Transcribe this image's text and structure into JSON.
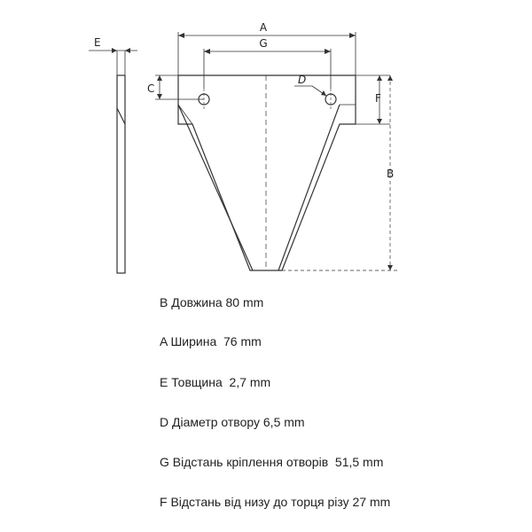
{
  "dimension_letters": {
    "A": "A",
    "G": "G",
    "E": "E",
    "C": "C",
    "D": "D",
    "F": "F",
    "B": "B"
  },
  "specs": [
    "B Довжина 80 mm",
    "A Ширина  76 mm",
    "E Товщина  2,7 mm",
    "D Діаметр отвору 6,5 mm",
    "G Відстань кріплення отворів  51,5 mm",
    "F Відстань від низу до торця різу 27 mm"
  ]
}
